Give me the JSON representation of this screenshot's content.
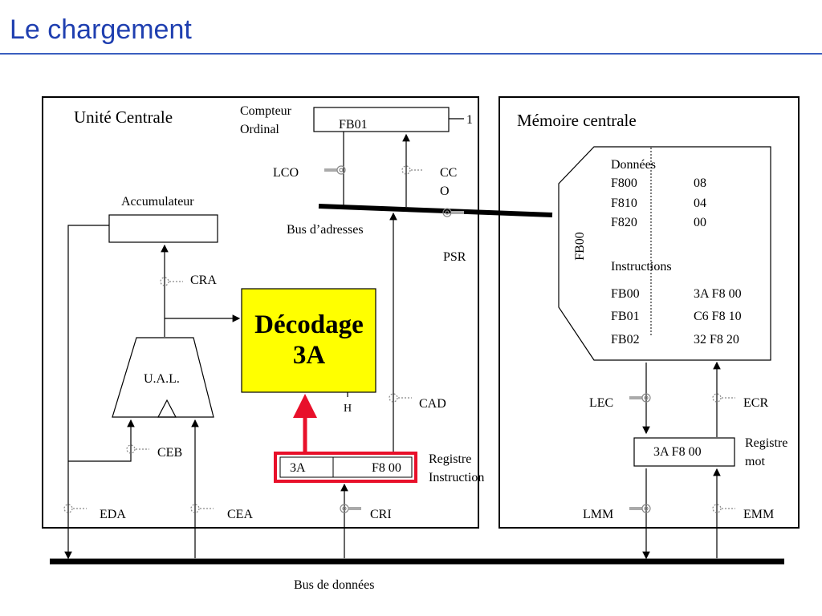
{
  "title": "Le chargement",
  "cpu": {
    "label": "Unité Centrale",
    "counter_label_1": "Compteur",
    "counter_label_2": "Ordinal",
    "counter_value": "FB01",
    "counter_inc": "1",
    "lco": "LCO",
    "cco_1": "CC",
    "cco_2": "O",
    "accumulator": "Accumulateur",
    "address_bus": "Bus d’adresses",
    "psr": "PSR",
    "cra": "CRA",
    "decode_1": "Décodage",
    "decode_2": "3A",
    "ual": "U.A.L.",
    "h": "H",
    "cad": "CAD",
    "ceb": "CEB",
    "ri_code": "3A",
    "ri_operand": "F8 00",
    "ri_label_1": "Registre",
    "ri_label_2": "Instruction",
    "eda": "EDA",
    "cea": "CEA",
    "cri": "CRI"
  },
  "memory": {
    "label": "Mémoire centrale",
    "address_vertical": "FB00",
    "data_header": "Données",
    "data_rows": [
      {
        "addr": "F800",
        "val": "08"
      },
      {
        "addr": "F810",
        "val": "04"
      },
      {
        "addr": "F820",
        "val": "00"
      }
    ],
    "instr_header": "Instructions",
    "instr_rows": [
      {
        "addr": "FB00",
        "val": "3A F8 00"
      },
      {
        "addr": "FB01",
        "val": "C6 F8 10"
      },
      {
        "addr": "FB02",
        "val": "32 F8 20"
      }
    ],
    "lec": "LEC",
    "ecr": "ECR",
    "word_reg_value": "3A F8 00",
    "word_reg_label_1": "Registre",
    "word_reg_label_2": "mot",
    "lmm": "LMM",
    "emm": "EMM"
  },
  "data_bus": "Bus de données",
  "colors": {
    "title": "#1f3fb0",
    "decode_fill": "#ffff00",
    "highlight": "#e8102a"
  }
}
